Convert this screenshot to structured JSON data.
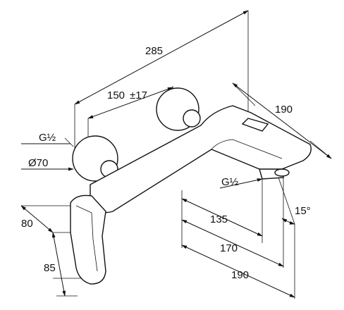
{
  "drawing": {
    "subject": "wall-mounted bath mixer faucet",
    "dimensions": {
      "overall_width": "285",
      "inlet_spacing": "150",
      "inlet_tolerance": "±17",
      "spout_reach": "190",
      "inlet_thread": "G½",
      "rosette_diameter": "Ø70",
      "outlet_thread": "G½",
      "spout_angle": "15°",
      "handle_projection": "80",
      "handle_height": "85",
      "outlet_135": "135",
      "outlet_170": "170",
      "outlet_190": "190"
    }
  }
}
